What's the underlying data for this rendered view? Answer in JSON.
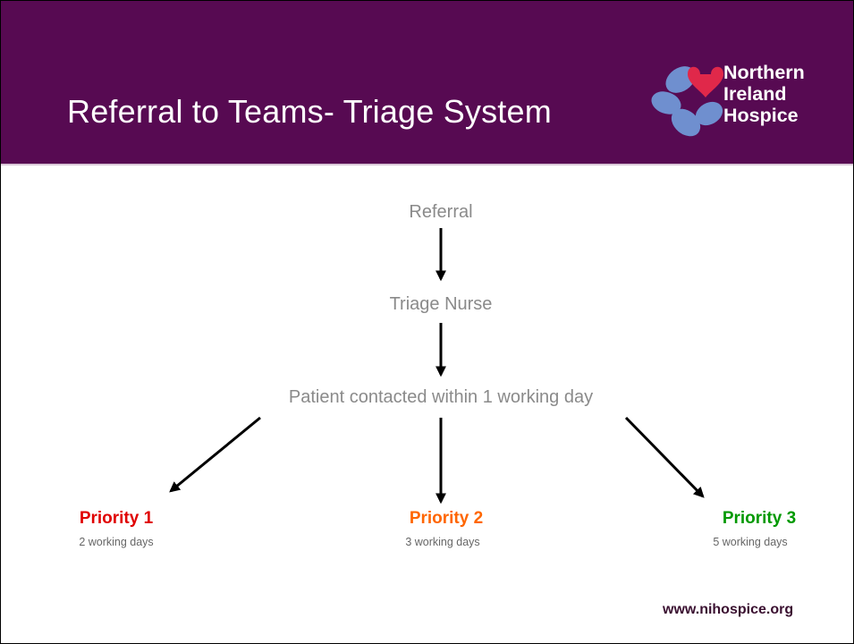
{
  "header": {
    "title": "Referral to Teams- Triage System",
    "background_color": "#570a52"
  },
  "logo": {
    "icon": "hospice-flower-heart-icon",
    "lines": [
      "Northern",
      "Ireland",
      "Hospice"
    ]
  },
  "diagram": {
    "nodes": {
      "referral": "Referral",
      "triage": "Triage Nurse",
      "contact": "Patient contacted within 1 working day"
    },
    "priorities": [
      {
        "label": "Priority 1",
        "days": "2 working days",
        "color": "#e00000"
      },
      {
        "label": "Priority 2",
        "days": "3 working days",
        "color": "#ff6600"
      },
      {
        "label": "Priority 3",
        "days": "5 working days",
        "color": "#009900"
      }
    ]
  },
  "footer": {
    "website": "www.nihospice.org"
  }
}
